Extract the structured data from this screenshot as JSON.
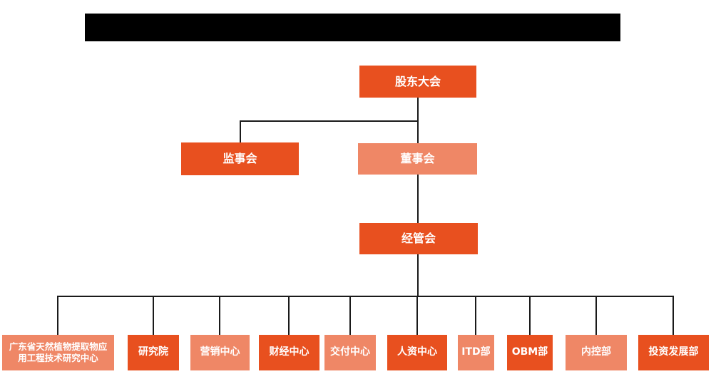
{
  "colors": {
    "primary_orange": "#E8501F",
    "secondary_salmon": "#EF8766",
    "connector_black": "#1A1A1A",
    "text_white": "#FFFFFF"
  },
  "header": {
    "redacted_title": ""
  },
  "org_chart": {
    "root": {
      "label": "股东大会"
    },
    "level2": [
      {
        "label": "监事会"
      },
      {
        "label": "董事会"
      }
    ],
    "level3": {
      "label": "经管会"
    },
    "departments": [
      {
        "label": "广东省天然植物提取物应用工程技术研究中心"
      },
      {
        "label": "研究院"
      },
      {
        "label": "营销中心"
      },
      {
        "label": "财经中心"
      },
      {
        "label": "交付中心"
      },
      {
        "label": "人资中心"
      },
      {
        "label": "ITD部"
      },
      {
        "label": "OBM部"
      },
      {
        "label": "内控部"
      },
      {
        "label": "投资发展部"
      }
    ]
  }
}
